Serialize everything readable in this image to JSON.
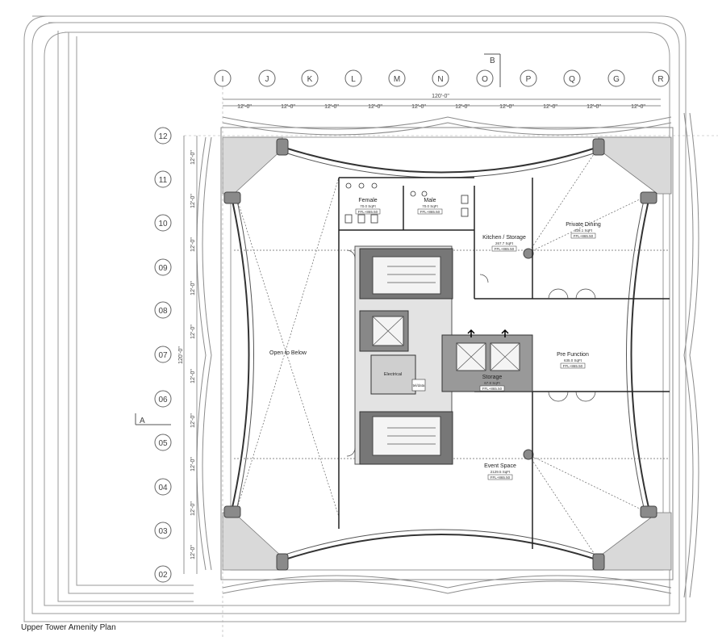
{
  "caption": "Upper Tower Amenity Plan",
  "grid_columns": [
    "I",
    "J",
    "K",
    "L",
    "M",
    "N",
    "O",
    "P",
    "Q",
    "G",
    "R"
  ],
  "grid_rows": [
    "12",
    "11",
    "10",
    "09",
    "08",
    "07",
    "06",
    "05",
    "04",
    "03",
    "02"
  ],
  "section_marks": {
    "b": "B",
    "a": "A"
  },
  "dimensions": {
    "overall_horizontal": "120'-0\"",
    "overall_vertical": "120'-0\"",
    "bay": "12'-0\""
  },
  "rooms": {
    "female": {
      "name": "Female",
      "area": "70.0 SqFt",
      "ffl": "FFL+865.50"
    },
    "male": {
      "name": "Male",
      "area": "70.0 SqFt",
      "ffl": "FFL+865.50"
    },
    "kitchen": {
      "name": "Kitchen / Storage",
      "area": "267.7 SqFt",
      "ffl": "FFL+865.50"
    },
    "private_dining": {
      "name": "Private Dining",
      "area": "328.1 SqFt",
      "ffl": "FFL+865.50"
    },
    "open_to_below": {
      "name": "Open to Below"
    },
    "electrical": {
      "name": "Electrical"
    },
    "telecom": {
      "name": "tel/data"
    },
    "pre_function": {
      "name": "Pre Function",
      "area": "635.0 SqFt",
      "ffl": "FFL+865.50"
    },
    "storage": {
      "name": "Storage",
      "area": "67.8 SqFt",
      "ffl": "FFL+865.50"
    },
    "event_space": {
      "name": "Event Space",
      "area": "2129.5 SqFt",
      "ffl": "FFL+865.50"
    }
  }
}
